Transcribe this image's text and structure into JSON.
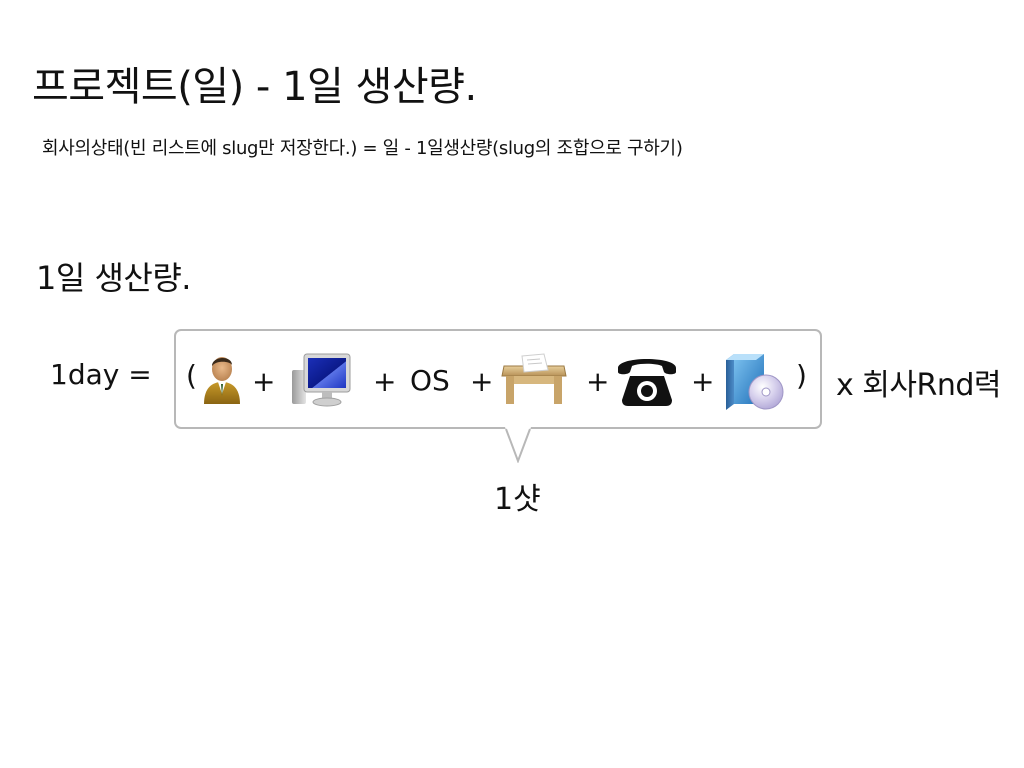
{
  "slide": {
    "title": "프로젝트(일) - 1일 생산량.",
    "subtitle": "회사의상태(빈 리스트에 slug만 저장한다.) = 일 - 1일생산량(slug의 조합으로 구하기)",
    "section_title": "1일 생산량.",
    "formula": {
      "lhs": "1day =",
      "open_paren": "(",
      "close_paren": ")",
      "plus": "+",
      "os": "OS",
      "multiplier": "x 회사Rnd력",
      "bubble_label": "1샷",
      "terms": [
        {
          "icon": "person-icon"
        },
        {
          "icon": "computer-icon"
        },
        {
          "text": "OS"
        },
        {
          "icon": "desk-icon"
        },
        {
          "icon": "telephone-icon"
        },
        {
          "icon": "software-box-icon"
        }
      ]
    }
  }
}
